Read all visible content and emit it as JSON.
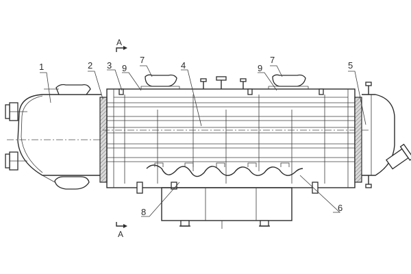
{
  "figure": {
    "section_mark_top": "A",
    "section_mark_bottom": "A",
    "callouts": [
      {
        "id": "c1",
        "text": "1"
      },
      {
        "id": "c2",
        "text": "2"
      },
      {
        "id": "c3",
        "text": "3"
      },
      {
        "id": "c9a",
        "text": "9"
      },
      {
        "id": "c7a",
        "text": "7"
      },
      {
        "id": "c4",
        "text": "4"
      },
      {
        "id": "c7b",
        "text": "7"
      },
      {
        "id": "c9b",
        "text": "9"
      },
      {
        "id": "c5",
        "text": "5"
      },
      {
        "id": "c8",
        "text": "8"
      },
      {
        "id": "c6",
        "text": "6"
      }
    ]
  }
}
